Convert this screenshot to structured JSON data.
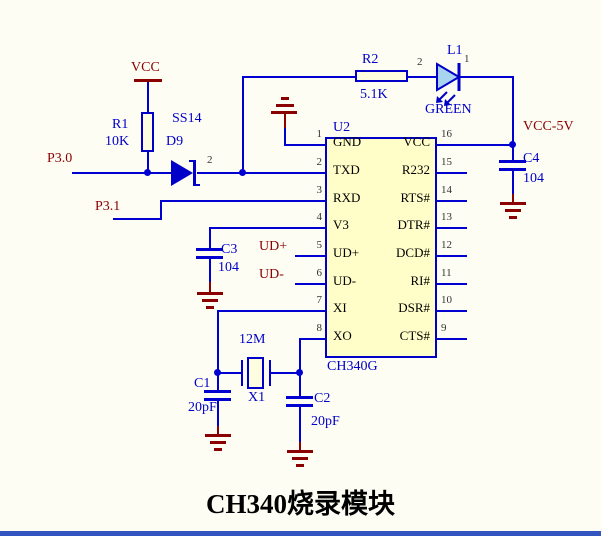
{
  "title": "CH340烧录模块",
  "ic": {
    "designator": "U2",
    "part_number": "CH340G",
    "left_pins": [
      {
        "num": "1",
        "name": "GND"
      },
      {
        "num": "2",
        "name": "TXD"
      },
      {
        "num": "3",
        "name": "RXD"
      },
      {
        "num": "4",
        "name": "V3"
      },
      {
        "num": "5",
        "name": "UD+"
      },
      {
        "num": "6",
        "name": "UD-"
      },
      {
        "num": "7",
        "name": "XI"
      },
      {
        "num": "8",
        "name": "XO"
      }
    ],
    "right_pins": [
      {
        "num": "16",
        "name": "VCC"
      },
      {
        "num": "15",
        "name": "R232"
      },
      {
        "num": "14",
        "name": "RTS#"
      },
      {
        "num": "13",
        "name": "DTR#"
      },
      {
        "num": "12",
        "name": "DCD#"
      },
      {
        "num": "11",
        "name": "RI#"
      },
      {
        "num": "10",
        "name": "DSR#"
      },
      {
        "num": "9",
        "name": "CTS#"
      }
    ]
  },
  "components": {
    "r1": {
      "ref": "R1",
      "value": "10K"
    },
    "r2": {
      "ref": "R2",
      "value": "5.1K"
    },
    "d9": {
      "ref": "D9",
      "part": "SS14",
      "pin2": "2"
    },
    "l1": {
      "ref": "L1",
      "color": "GREEN",
      "pin1": "1",
      "pin2": "2"
    },
    "c1": {
      "ref": "C1",
      "value": "20pF"
    },
    "c2": {
      "ref": "C2",
      "value": "20pF"
    },
    "c3": {
      "ref": "C3",
      "value": "104"
    },
    "c4": {
      "ref": "C4",
      "value": "104"
    },
    "x1": {
      "ref": "X1",
      "value": "12M"
    }
  },
  "nets": {
    "vcc": "VCC",
    "p3_0": "P3.0",
    "p3_1": "P3.1",
    "ud_plus": "UD+",
    "ud_minus": "UD-",
    "vcc_5v": "VCC-5V"
  },
  "colors": {
    "wire": "#0000D0",
    "power_net": "#8B0000",
    "ic_fill": "#FFFEC9",
    "component_label": "#0000C8",
    "background": "#FDFDF4"
  }
}
